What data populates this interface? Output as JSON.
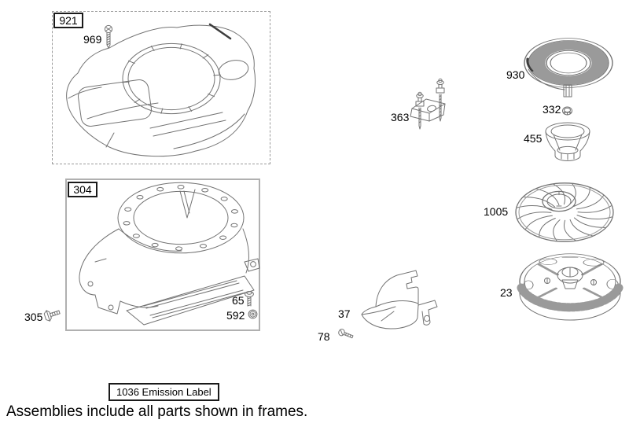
{
  "footer_note": "Assemblies include all parts shown in frames.",
  "emission_label": "1036 Emission Label",
  "frame_tags": {
    "cover": "921",
    "housing": "304"
  },
  "labels": {
    "969": "969",
    "305": "305",
    "65": "65",
    "592": "592",
    "363": "363",
    "930": "930",
    "332": "332",
    "455": "455",
    "1005": "1005",
    "23": "23",
    "37": "37",
    "78": "78"
  },
  "colors": {
    "background": "#ffffff",
    "line_art": "#737373",
    "frame_dashed": "#9a9a9a",
    "frame_solid": "#b0b0b0",
    "text": "#000000"
  }
}
